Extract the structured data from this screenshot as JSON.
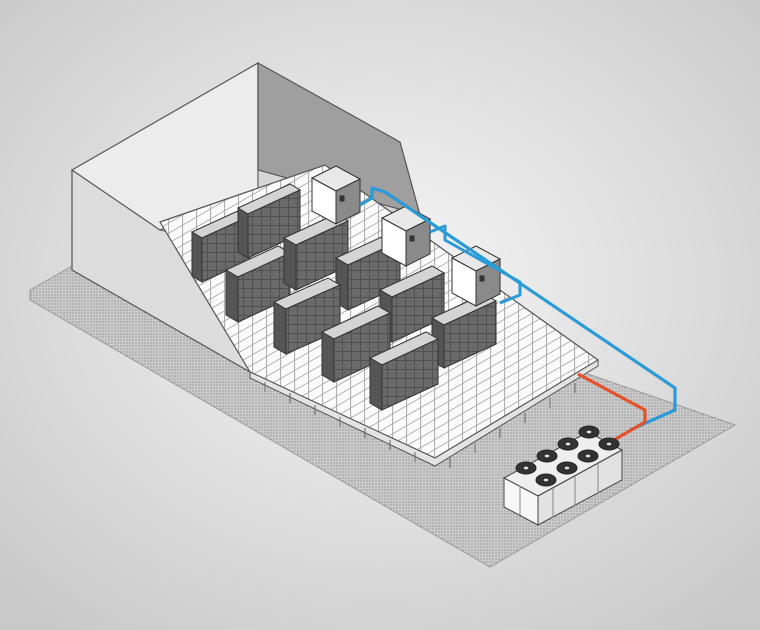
{
  "diagram": {
    "components": [
      {
        "id": "room",
        "kind": "data-hall-enclosure"
      },
      {
        "id": "raised-floor",
        "kind": "raised-floor-grid"
      },
      {
        "id": "server-racks",
        "kind": "server-rack-rows",
        "count": 10
      },
      {
        "id": "crah-units",
        "kind": "indoor-cooling-units",
        "count": 3
      },
      {
        "id": "chiller",
        "kind": "outdoor-chiller",
        "fans": 8
      },
      {
        "id": "supply-pipe",
        "kind": "pipe"
      },
      {
        "id": "return-pipe",
        "kind": "pipe"
      }
    ],
    "colors": {
      "background_center": "#f6f6f6",
      "background_edge": "#c9c9c9",
      "gravel": "#c8c8c8",
      "wall": "#dcdcdc",
      "wall_dark": "#9d9d9d",
      "floor": "#ffffff",
      "rack": "#6a6a6a",
      "rack_top": "#d4d4d4",
      "supply_pipe": "#2b9ad8",
      "return_pipe": "#e5522a"
    }
  }
}
